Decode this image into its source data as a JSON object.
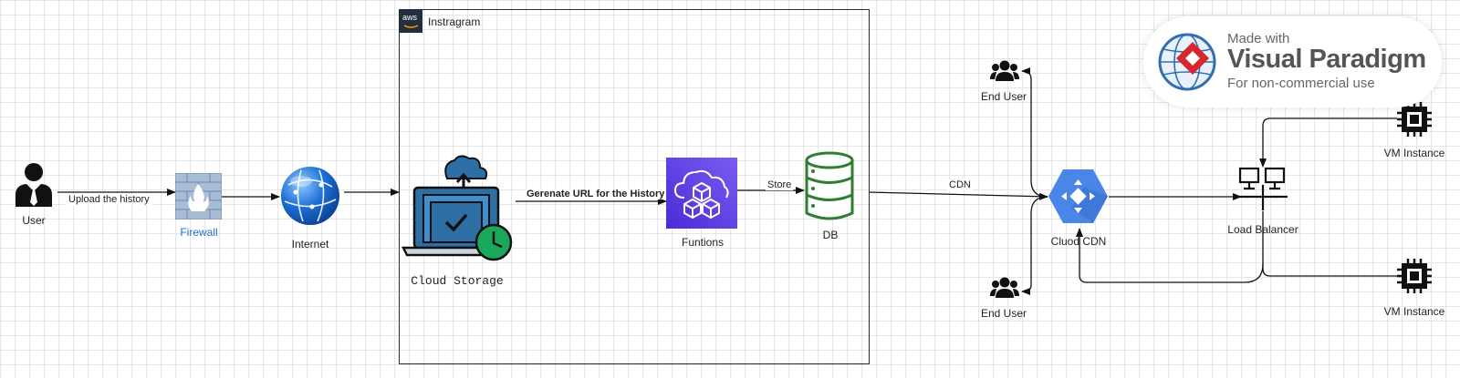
{
  "aws_group": {
    "badge": "aws",
    "title": "Instragram"
  },
  "nodes": {
    "user": "User",
    "firewall": "Firewall",
    "internet": "Internet",
    "cloud_storage": "Cloud Storage",
    "functions": "Funtions",
    "db": "DB",
    "end_user_top": "End User",
    "end_user_bottom": "End User",
    "cloud_cdn": "Cluod CDN",
    "load_balancer": "Load Balancer",
    "vm_top": "VM Instance",
    "vm_bottom": "VM Instance"
  },
  "edges": {
    "upload": "Upload the history",
    "generate_url": "Gerenate URL for the History",
    "store": "Store",
    "cdn": "CDN"
  },
  "watermark": {
    "made_with": "Made with",
    "brand": "Visual Paradigm",
    "usage": "For non-commercial use"
  },
  "colors": {
    "firewall_label": "#1f6ed4",
    "functions_tile": "#5a3fe0",
    "db_stroke": "#2e7d32",
    "cdn_hex": "#4a86e8",
    "cloud_storage": "#2d6fa5",
    "check_badge": "#1aa85c"
  }
}
